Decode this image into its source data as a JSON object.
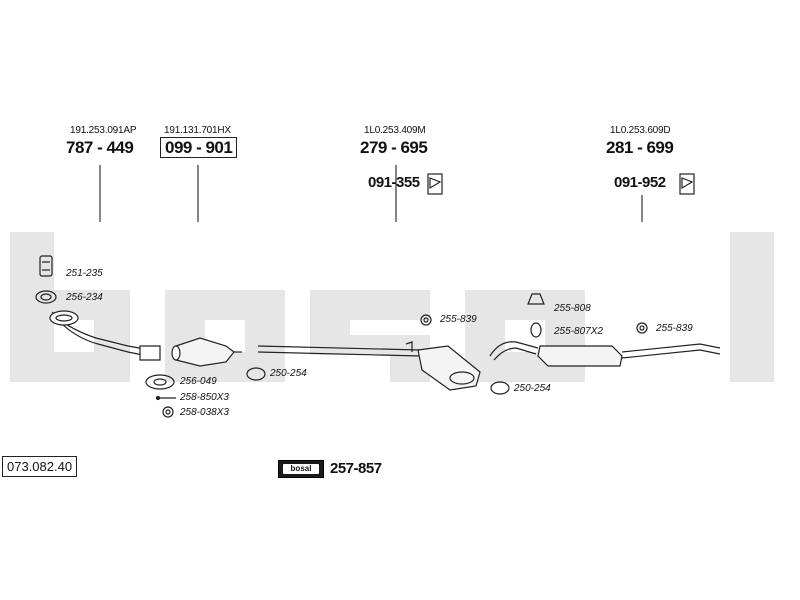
{
  "header_refs": {
    "left": {
      "oe": "191.253.091AP",
      "part": "787 - 449"
    },
    "left2": {
      "oe": "191.131.701HX",
      "part": "099 - 901"
    },
    "mid": {
      "oe": "1L0.253.409M",
      "part": "279 - 695",
      "mount": "091-355"
    },
    "right": {
      "oe": "1L0.253.609D",
      "part": "281 - 699",
      "mount": "091-952"
    }
  },
  "callouts": {
    "c251_235": "251-235",
    "c256_234": "256-234",
    "c256_049": "256-049",
    "c258_850": "258-850X3",
    "c258_038": "258-038X3",
    "c250_254a": "250-254",
    "c255_839a": "255-839",
    "c250_254b": "250-254",
    "c255_808": "255-808",
    "c255_807": "255-807X2",
    "c255_839b": "255-839"
  },
  "catalog_number": "073.082.40",
  "kit": {
    "logo": "bosal",
    "number": "257-857"
  },
  "watermark": "bosal"
}
